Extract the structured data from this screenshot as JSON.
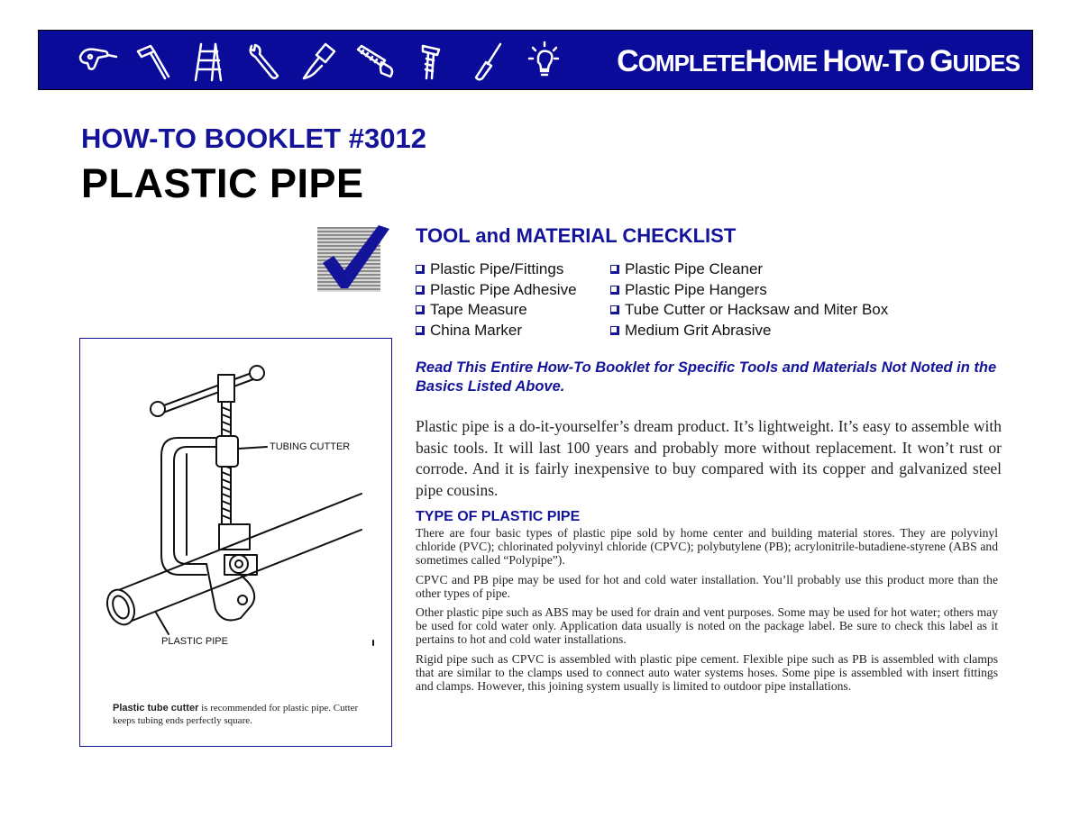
{
  "banner": {
    "title_big1": "C",
    "title_small1": "OMPLETE",
    "title_big2": "H",
    "title_small2": "OME ",
    "title_big3": "H",
    "title_small3": "OW-",
    "title_big4": "T",
    "title_small4": "O ",
    "title_big5": "G",
    "title_small5": "UIDES",
    "icons": [
      "drill-icon",
      "hammer-icon",
      "ladder-icon",
      "wrench-icon",
      "paintbrush-icon",
      "saw-icon",
      "screw-icon",
      "screwdriver-icon",
      "lightbulb-icon"
    ]
  },
  "booklet_number": "HOW-TO BOOKLET #3012",
  "title": "PLASTIC PIPE",
  "checklist": {
    "heading": "TOOL and MATERIAL CHECKLIST",
    "col1": [
      "Plastic Pipe/Fittings",
      "Plastic Pipe Adhesive",
      "Tape Measure",
      "China Marker"
    ],
    "col2": [
      "Plastic Pipe Cleaner",
      "Plastic Pipe Hangers",
      "Tube Cutter or Hacksaw and Miter Box",
      "Medium Grit Abrasive"
    ]
  },
  "read_note": "Read This Entire How-To Booklet for Specific Tools and Materials Not Noted in the Basics Listed Above.",
  "intro": "Plastic pipe is a do-it-yourselfer’s dream product. It’s lightweight. It’s easy to assemble with basic tools. It will last 100 years and probably more without replacement. It won’t rust or corrode. And it is fairly inexpensive to buy compared with its copper and galvanized steel pipe cousins.",
  "section": {
    "heading": "TYPE OF PLASTIC PIPE",
    "paragraphs": [
      "There are four basic types of plastic pipe sold by home center and building material stores. They are polyvinyl chloride (PVC); chlorinated polyvinyl chloride (CPVC); polybutylene (PB); acrylonitrile-butadiene-styrene (ABS and sometimes called “Polypipe”).",
      "CPVC and PB pipe may be used for hot and cold water installation. You’ll probably use this product more than the other types of pipe.",
      "Other plastic pipe such as ABS may be used for drain and vent purposes. Some may be used for hot water; others may be used for cold water only. Application data usually is noted on the package label. Be sure to check this label as it pertains to hot and cold water installations.",
      "Rigid pipe such as CPVC is assembled with plastic pipe cement. Flexible pipe such as PB is assembled with clamps that are similar to the clamps used to connect auto water systems hoses. Some pipe is assembled with insert fittings and clamps. However, this joining system usually is limited to outdoor pipe installations."
    ]
  },
  "figure": {
    "label_cutter": "TUBING CUTTER",
    "label_pipe": "PLASTIC PIPE",
    "caption_bold": "Plastic tube cutter",
    "caption_rest": " is recommended for plastic pipe. Cutter keeps tubing ends perfectly square."
  },
  "colors": {
    "banner_blue": "#0b0b9a",
    "heading_blue": "#14149a"
  }
}
